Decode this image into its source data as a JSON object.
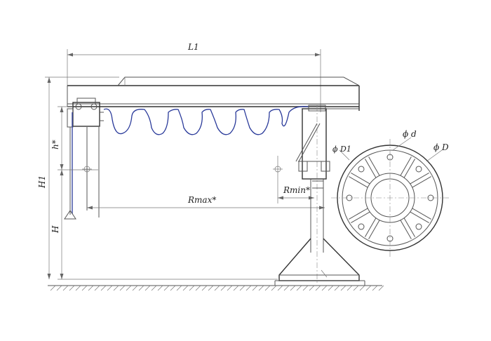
{
  "labels": {
    "L1": "L1",
    "h_star": "h*",
    "H1": "H1",
    "H": "H",
    "Rmax": "Rmax*",
    "Rmin": "Rmin*",
    "phi_d": "ϕ d",
    "phi_D1": "ϕ D1",
    "phi_D": "ϕ D"
  },
  "colors": {
    "line": "#555555",
    "cable": "#2a3a9a"
  }
}
